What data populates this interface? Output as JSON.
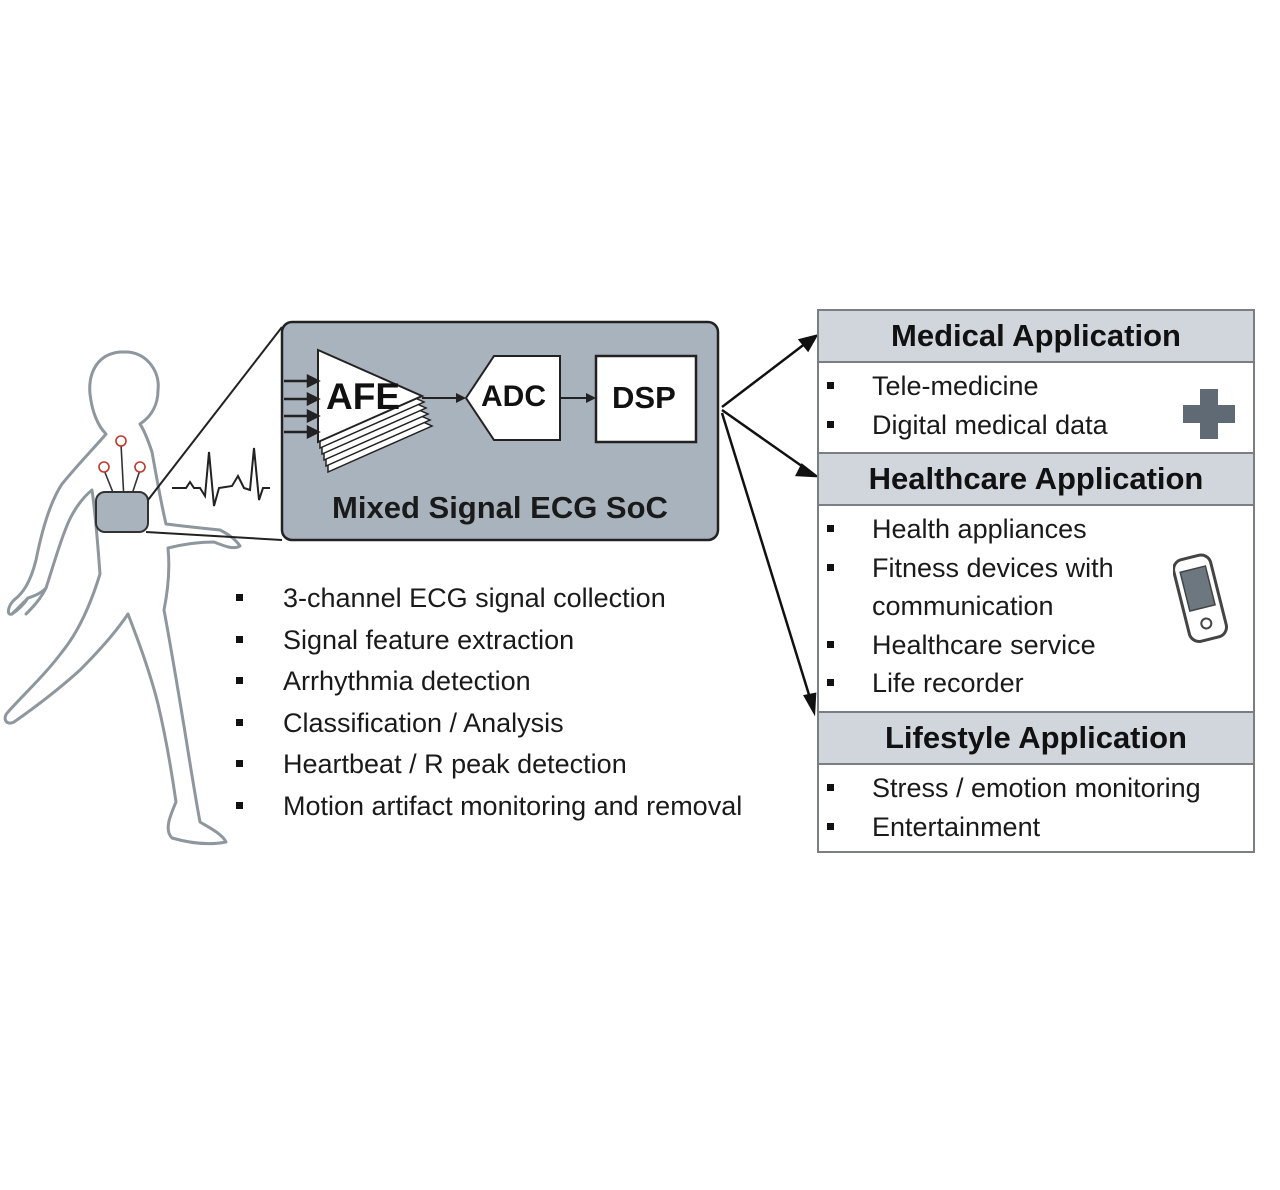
{
  "soc": {
    "title": "Mixed Signal ECG SoC",
    "blocks": {
      "afe": "AFE",
      "adc": "ADC",
      "dsp": "DSP"
    }
  },
  "features": [
    "3-channel ECG signal collection",
    "Signal feature extraction",
    "Arrhythmia detection",
    "Classification / Analysis",
    "Heartbeat / R peak detection",
    "Motion artifact monitoring and removal"
  ],
  "applications": {
    "medical": {
      "title": "Medical Application",
      "items": [
        "Tele-medicine",
        "Digital medical data"
      ],
      "icon": "medical-cross-icon"
    },
    "healthcare": {
      "title": "Healthcare Application",
      "items": [
        "Health appliances",
        "Fitness devices with",
        "communication",
        "Healthcare service",
        "Life recorder"
      ],
      "icon": "handheld-device-icon"
    },
    "lifestyle": {
      "title": "Lifestyle Application",
      "items": [
        "Stress / emotion monitoring",
        "Entertainment"
      ]
    }
  },
  "colors": {
    "soc_fill": "#a9b3bd",
    "header_fill": "#d0d6dc",
    "box_border": "#7a7f85",
    "icon_gray": "#5f6a74"
  }
}
